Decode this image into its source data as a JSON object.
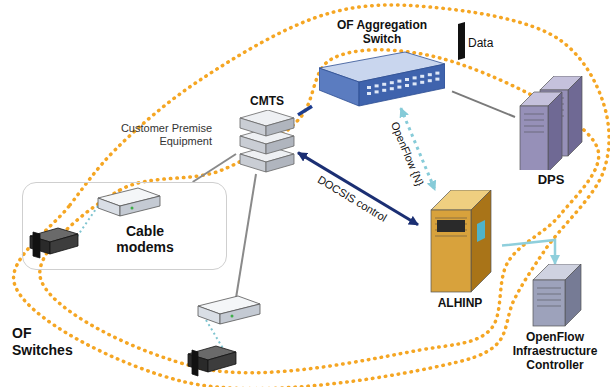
{
  "diagram": {
    "nodes": [
      {
        "text": [
          "OF Aggregation Switch"
        ]
      },
      {
        "text": [
          "CMTS"
        ]
      },
      {
        "text": [
          "DPS"
        ]
      },
      {
        "text": [
          "Cable modems"
        ]
      },
      {
        "text": [
          "ALHINP"
        ]
      },
      {
        "text": [
          "OpenFlow Infraestructure Controller"
        ]
      }
    ],
    "edges": [
      {
        "from": 1,
        "to": 0,
        "arrow": "none"
      },
      {
        "from": 0,
        "to": 2,
        "arrow": "none"
      },
      {
        "from": 0,
        "to": 4,
        "label": "OpenFlow {N}",
        "arrow": "both"
      },
      {
        "from": 1,
        "to": 4,
        "label": "DOCSIS control",
        "arrow": "both"
      },
      {
        "from": 4,
        "to": 5,
        "arrow": "to"
      },
      {
        "from": 1,
        "to": 3,
        "arrow": "none"
      }
    ],
    "labels": [
      "Data",
      "Customer Premise Equipment",
      "OF Switches"
    ]
  }
}
